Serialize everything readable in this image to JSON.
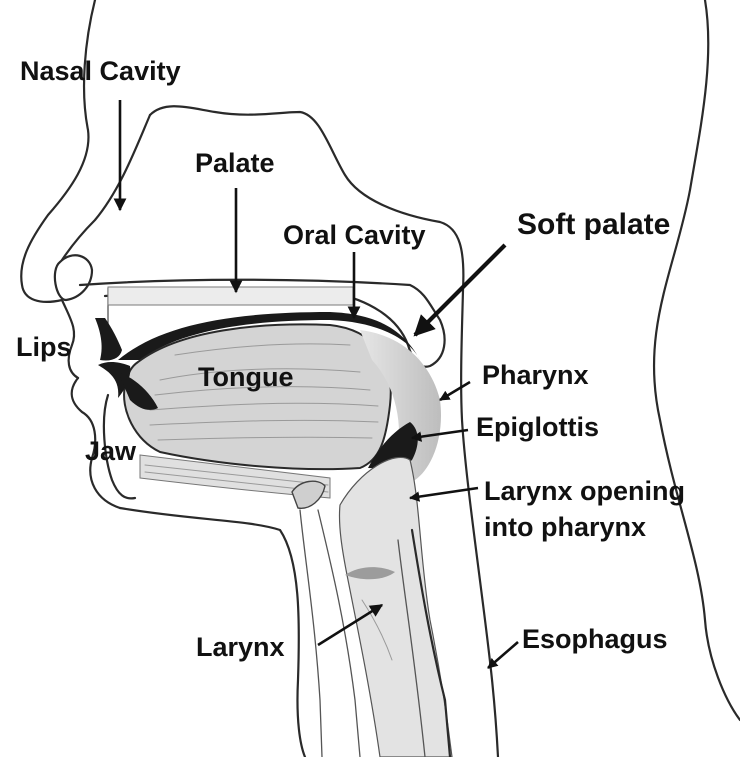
{
  "labels": {
    "nasal_cavity": "Nasal Cavity",
    "palate": "Palate",
    "oral_cavity": "Oral Cavity",
    "soft_palate": "Soft palate",
    "lips": "Lips",
    "tongue": "Tongue",
    "pharynx": "Pharynx",
    "epiglottis": "Epiglottis",
    "jaw": "Jaw",
    "larynx_opening_line1": "Larynx opening",
    "larynx_opening_line2": "into pharynx",
    "larynx": "Larynx",
    "esophagus": "Esophagus"
  },
  "colors": {
    "ink": "#111111",
    "tissue_shade": "#d9d9d9",
    "dark_shade": "#1a1a1a",
    "background": "#ffffff"
  }
}
